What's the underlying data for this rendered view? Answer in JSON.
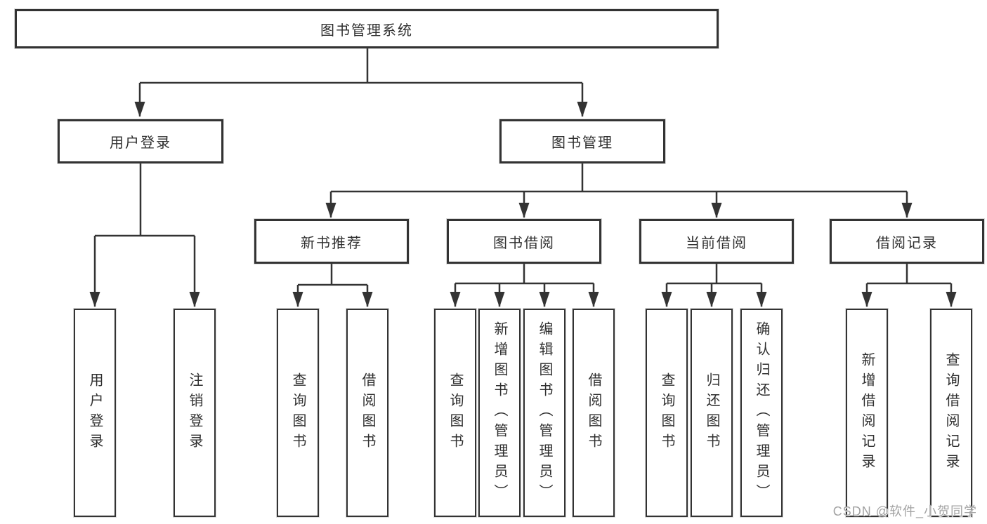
{
  "diagram": {
    "title": "图书管理系统",
    "level1": [
      {
        "label": "用户登录"
      },
      {
        "label": "图书管理"
      }
    ],
    "level2": [
      {
        "label": "新书推荐"
      },
      {
        "label": "图书借阅"
      },
      {
        "label": "当前借阅"
      },
      {
        "label": "借阅记录"
      }
    ],
    "leaves": [
      {
        "label": "用户登录"
      },
      {
        "label": "注销登录"
      },
      {
        "label": "查询图书"
      },
      {
        "label": "借阅图书"
      },
      {
        "label": "查询图书"
      },
      {
        "label": "新增图书（管理员）"
      },
      {
        "label": "编辑图书（管理员）"
      },
      {
        "label": "借阅图书"
      },
      {
        "label": "查询图书"
      },
      {
        "label": "归还图书"
      },
      {
        "label": "确认归还（管理员）"
      },
      {
        "label": "新增借阅记录"
      },
      {
        "label": "查询借阅记录"
      }
    ],
    "hierarchy": {
      "图书管理系统": {
        "用户登录": [
          "用户登录",
          "注销登录"
        ],
        "图书管理": {
          "新书推荐": [
            "查询图书",
            "借阅图书"
          ],
          "图书借阅": [
            "查询图书",
            "新增图书（管理员）",
            "编辑图书（管理员）",
            "借阅图书"
          ],
          "当前借阅": [
            "查询图书",
            "归还图书",
            "确认归还（管理员）"
          ],
          "借阅记录": [
            "新增借阅记录",
            "查询借阅记录"
          ]
        }
      }
    },
    "colors": {
      "border": "#333333",
      "line": "#333333",
      "text": "#2f2f2f",
      "watermark": "#a3a3a3",
      "background": "#ffffff"
    },
    "watermark_text": "CSDN @软件_小贺同学"
  }
}
